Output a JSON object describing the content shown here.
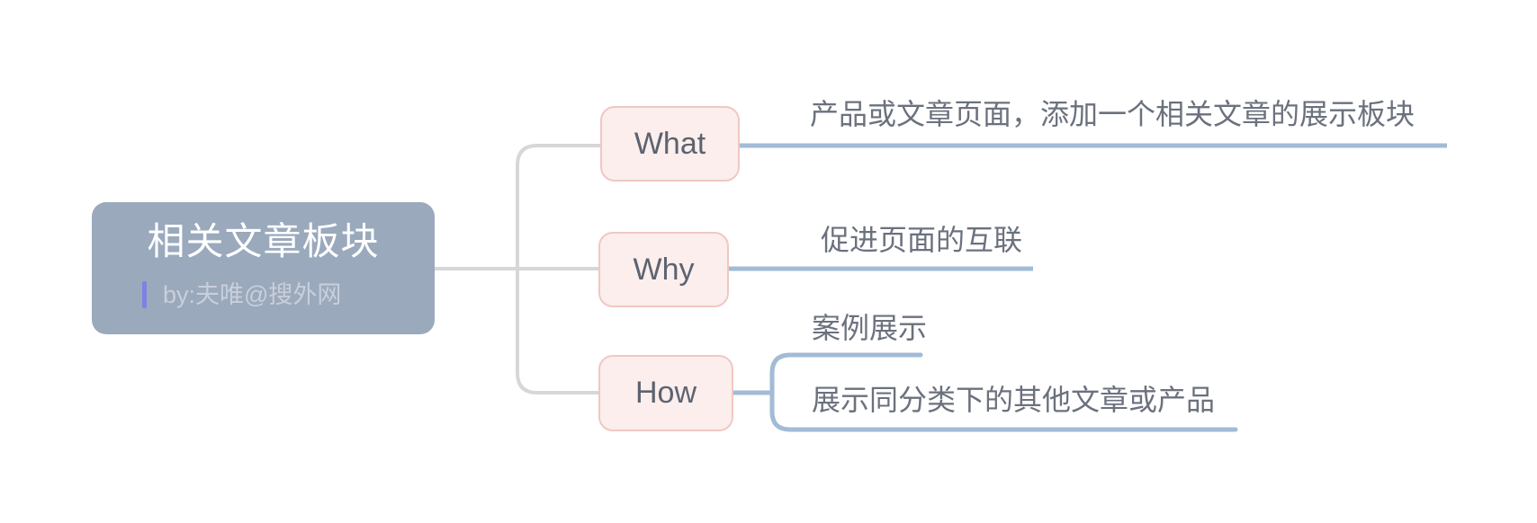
{
  "diagram": {
    "type": "mindmap",
    "root": {
      "title": "相关文章板块",
      "byline": "by:夫唯@搜外网"
    },
    "topics": [
      {
        "label": "What",
        "children": [
          "产品或文章页面，添加一个相关文章的展示板块"
        ]
      },
      {
        "label": "Why",
        "children": [
          "促进页面的互联"
        ]
      },
      {
        "label": "How",
        "children": [
          "案例展示",
          "展示同分类下的其他文章或产品"
        ]
      }
    ],
    "colors": {
      "background": "#FFFFFF",
      "root_fill": "#9AA9BC",
      "root_title_text": "#FFFFFF",
      "root_byline_text": "#C9CFDA",
      "byline_accent_bar": "#7D82E3",
      "topic_fill": "#FBEEEC",
      "topic_border": "#EFC8C3",
      "topic_text": "#5C6370",
      "branch_text": "#6B717D",
      "connector_gray": "#D7D7D7",
      "connector_blue": "#A2BBD6"
    }
  }
}
